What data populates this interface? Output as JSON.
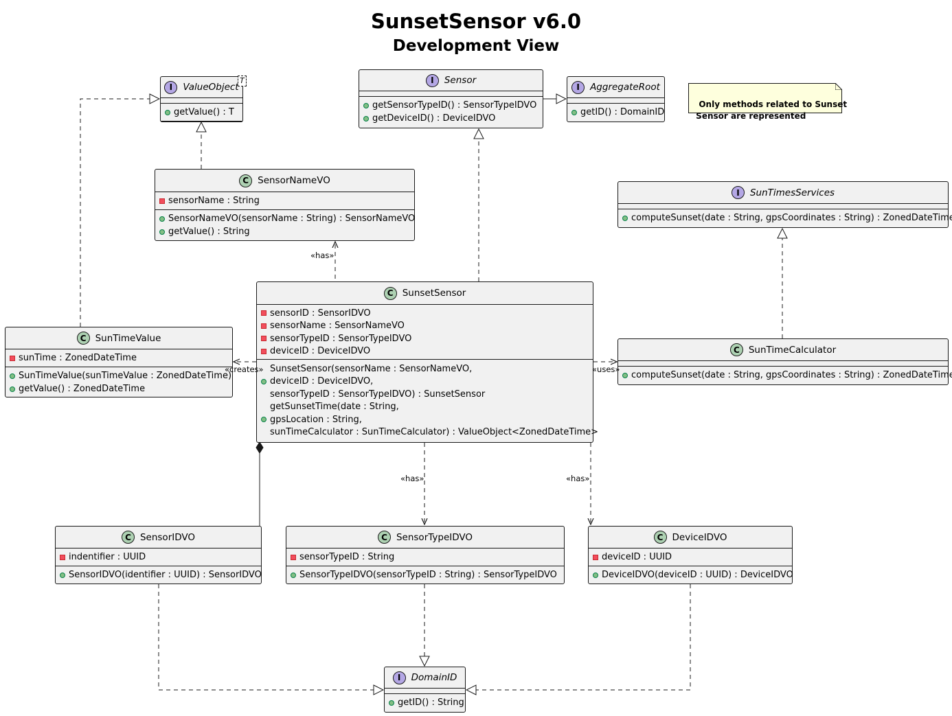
{
  "title": "SunsetSensor v6.0",
  "subtitle": "Development View",
  "note": "Only methods related to Sunset\n Sensor are represented",
  "boxes": {
    "value_object": {
      "name": "ValueObject",
      "badge": "I",
      "template": "T",
      "methods": [
        "getValue() : T"
      ]
    },
    "sensor": {
      "name": "Sensor",
      "badge": "I",
      "methods": [
        "getSensorTypeID() : SensorTypeIDVO",
        "getDeviceID() : DeviceIDVO"
      ]
    },
    "aggregate_root": {
      "name": "AggregateRoot",
      "badge": "I",
      "methods": [
        "getID() : DomainID"
      ]
    },
    "sensor_name_vo": {
      "name": "SensorNameVO",
      "badge": "C",
      "fields": [
        "sensorName : String"
      ],
      "methods": [
        "SensorNameVO(sensorName : String) : SensorNameVO",
        "getValue() : String"
      ]
    },
    "sun_times_services": {
      "name": "SunTimesServices",
      "badge": "I",
      "methods": [
        "computeSunset(date : String, gpsCoordinates : String) : ZonedDateTime"
      ]
    },
    "sunset_sensor": {
      "name": "SunsetSensor",
      "badge": "C",
      "fields": [
        "sensorID : SensorIDVO",
        "sensorName : SensorNameVO",
        "sensorTypeID : SensorTypeIDVO",
        "deviceID : DeviceIDVO"
      ],
      "methods": [
        "SunsetSensor(sensorName : SensorNameVO,",
        "deviceID : DeviceIDVO,",
        "sensorTypeID : SensorTypeIDVO) : SunsetSensor",
        "getSunsetTime(date : String,",
        "gpsLocation : String,",
        "sunTimeCalculator : SunTimeCalculator) : ValueObject<ZonedDateTime>"
      ]
    },
    "sun_time_value": {
      "name": "SunTimeValue",
      "badge": "C",
      "fields": [
        "sunTime : ZonedDateTime"
      ],
      "methods": [
        "SunTimeValue(sunTimeValue : ZonedDateTime)",
        "getValue() : ZonedDateTime"
      ]
    },
    "sun_time_calculator": {
      "name": "SunTimeCalculator",
      "badge": "C",
      "methods": [
        "computeSunset(date : String, gpsCoordinates : String) : ZonedDateTime"
      ]
    },
    "sensor_id_vo": {
      "name": "SensorIDVO",
      "badge": "C",
      "fields": [
        "indentifier : UUID"
      ],
      "methods": [
        "SensorIDVO(identifier : UUID) : SensorIDVO"
      ]
    },
    "sensor_type_id_vo": {
      "name": "SensorTypeIDVO",
      "badge": "C",
      "fields": [
        "sensorTypeID : String"
      ],
      "methods": [
        "SensorTypeIDVO(sensorTypeID : String) : SensorTypeIDVO"
      ]
    },
    "device_id_vo": {
      "name": "DeviceIDVO",
      "badge": "C",
      "fields": [
        "deviceID : UUID"
      ],
      "methods": [
        "DeviceIDVO(deviceID : UUID) : DeviceIDVO"
      ]
    },
    "domain_id": {
      "name": "DomainID",
      "badge": "I",
      "methods": [
        "getID() : String"
      ]
    }
  },
  "relation_labels": {
    "has_name": "«has»",
    "creates": "«creates»",
    "uses": "«uses»",
    "has_type": "«has»",
    "has_device": "«has»"
  }
}
